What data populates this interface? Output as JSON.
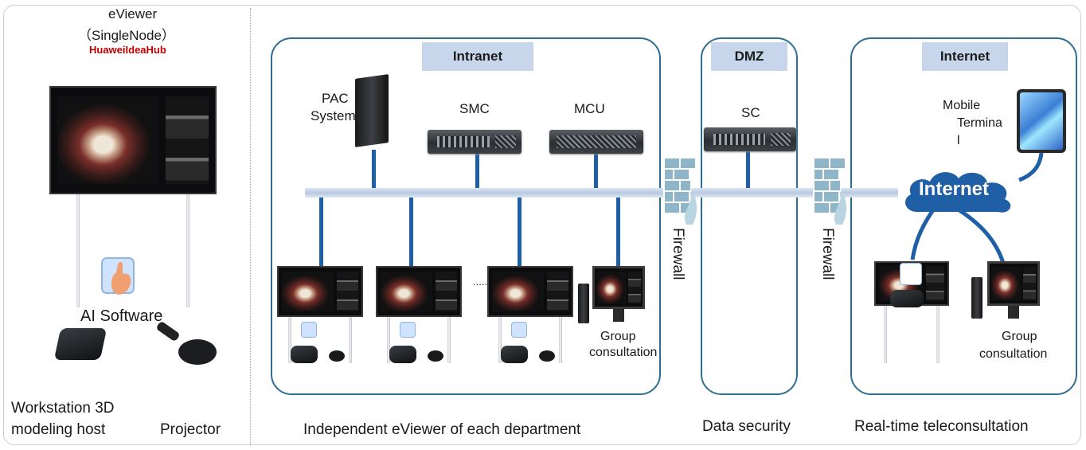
{
  "left_panel": {
    "title": "eViewer",
    "subtitle": "（SingleNode）",
    "brand": "HuaweiIdeaHub",
    "ai_label": "AI Software",
    "workstation_label": "Workstation  3D",
    "workstation_label2": "modeling host",
    "projector_label": "Projector"
  },
  "zones": {
    "intranet": {
      "title": "Intranet",
      "caption": "Independent eViewer of each department"
    },
    "dmz": {
      "title": "DMZ",
      "caption": "Data security"
    },
    "internet": {
      "title": "Internet",
      "caption": "Real-time teleconsultation"
    }
  },
  "nodes": {
    "pac": {
      "line1": "PAC",
      "line2": "System"
    },
    "smc": "SMC",
    "mcu": "MCU",
    "sc": "SC",
    "mobile": {
      "line1": "Mobile",
      "line2": "Termina",
      "line3": "l"
    },
    "cloud": "Internet",
    "firewall": "Firewall",
    "dots": "......",
    "group1": {
      "line1": "Group",
      "line2": "consultation"
    },
    "group2": {
      "line1": "Group",
      "line2": "consultation"
    }
  },
  "colors": {
    "zone_border": "#2e6e93",
    "zone_title_bg": "#c8d6ec",
    "link": "#1f5fa6",
    "brand_red": "#c00000",
    "cloud": "#1f5fa6"
  }
}
